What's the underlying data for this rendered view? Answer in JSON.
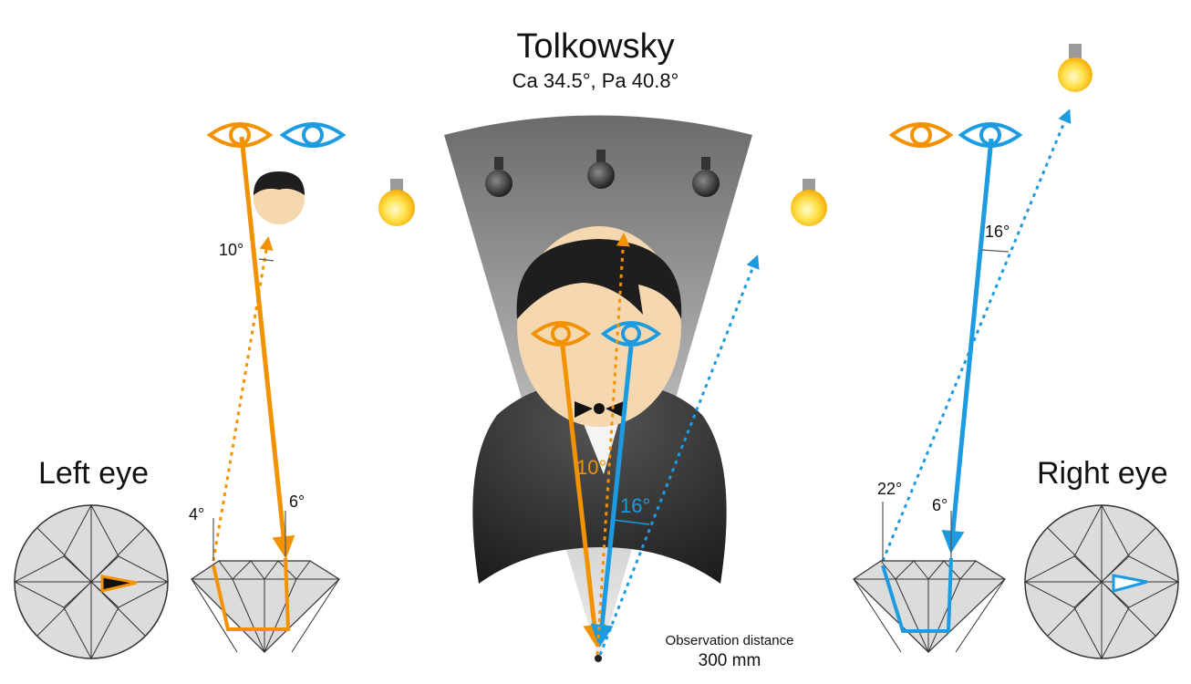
{
  "title": "Tolkowsky",
  "subtitle": "Ca 34.5°, Pa 40.8°",
  "left_label": "Left eye",
  "right_label": "Right eye",
  "observation": {
    "line1": "Observation distance",
    "line2": "300 mm"
  },
  "angles": {
    "left_top": "10°",
    "left_entry": "4°",
    "left_exit": "6°",
    "center_orange": "10°",
    "center_blue": "16°",
    "right_top": "16°",
    "right_entry": "22°",
    "right_exit": "6°"
  },
  "colors": {
    "orange": "#F39200",
    "blue": "#1D9BE0",
    "gem_fill": "#DCDCDC",
    "suit": "#2A2A2A",
    "skin": "#F5D7B0"
  }
}
